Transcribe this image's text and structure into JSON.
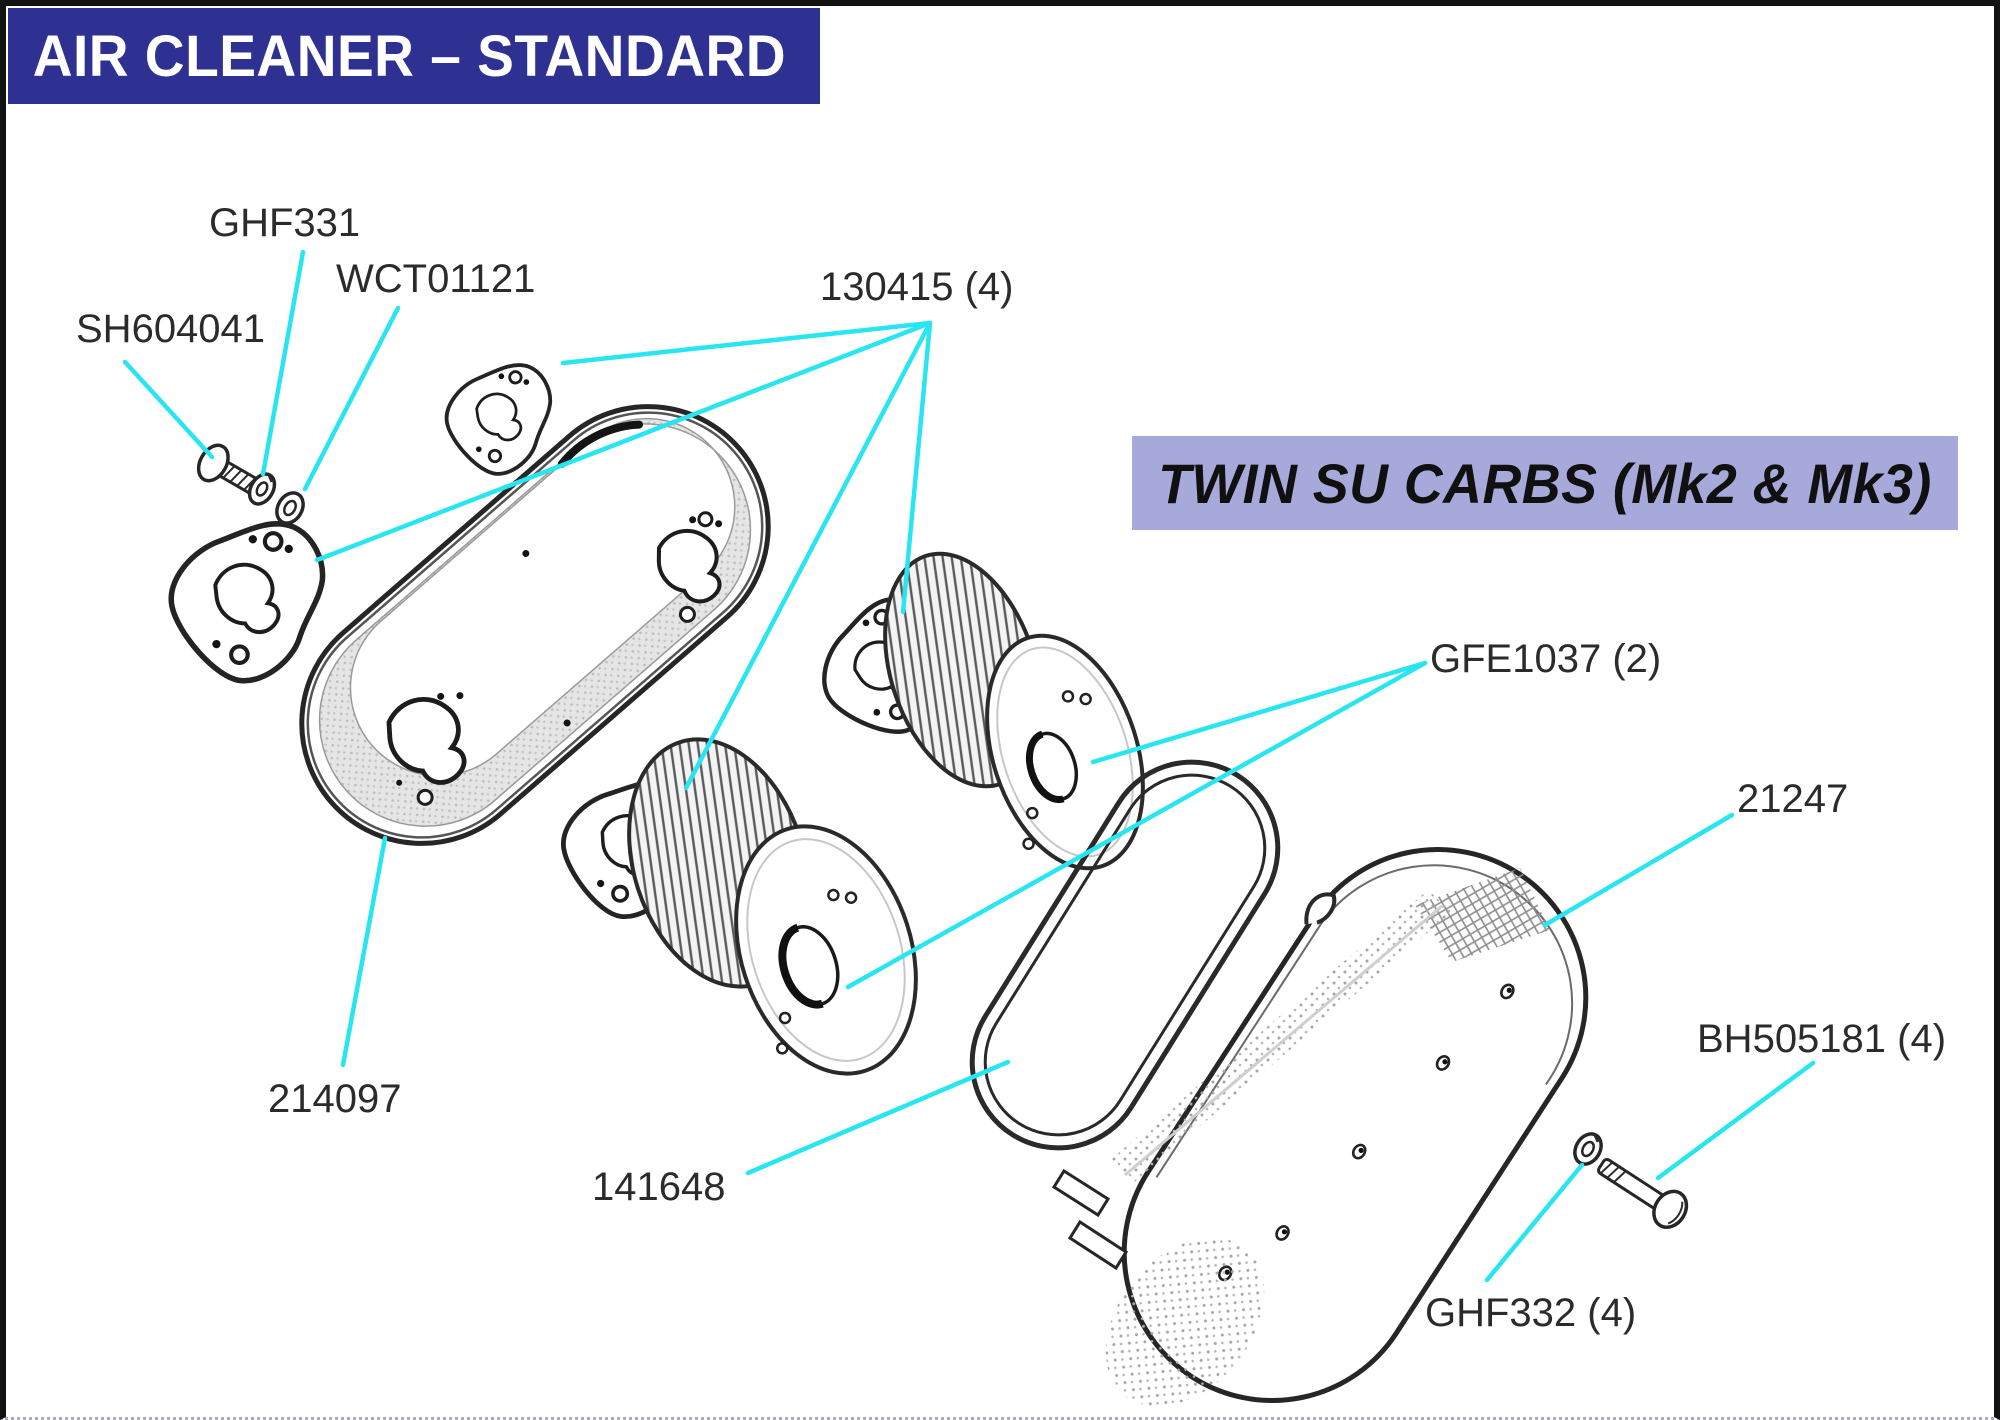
{
  "header": {
    "title": "AIR CLEANER – STANDARD"
  },
  "variant_banner": {
    "label": "TWIN SU CARBS (Mk2 & Mk3)"
  },
  "colors": {
    "header_bg": "#2e3192",
    "header_text": "#ffffff",
    "variant_bg": "#a8a9db",
    "variant_text": "#101010",
    "leader_line": "#29e5f2",
    "line_art": "#262626",
    "label_text": "#2b2b2b"
  },
  "labels": {
    "screw": "SH604041",
    "spring_washer": "GHF331",
    "nut": "WCT01121",
    "gaskets": "130415 (4)",
    "elements": "GFE1037 (2)",
    "cover": "21247",
    "bolts": "BH505181 (4)",
    "washers": "GHF332 (4)",
    "backplate": "214097",
    "seal": "141648"
  }
}
